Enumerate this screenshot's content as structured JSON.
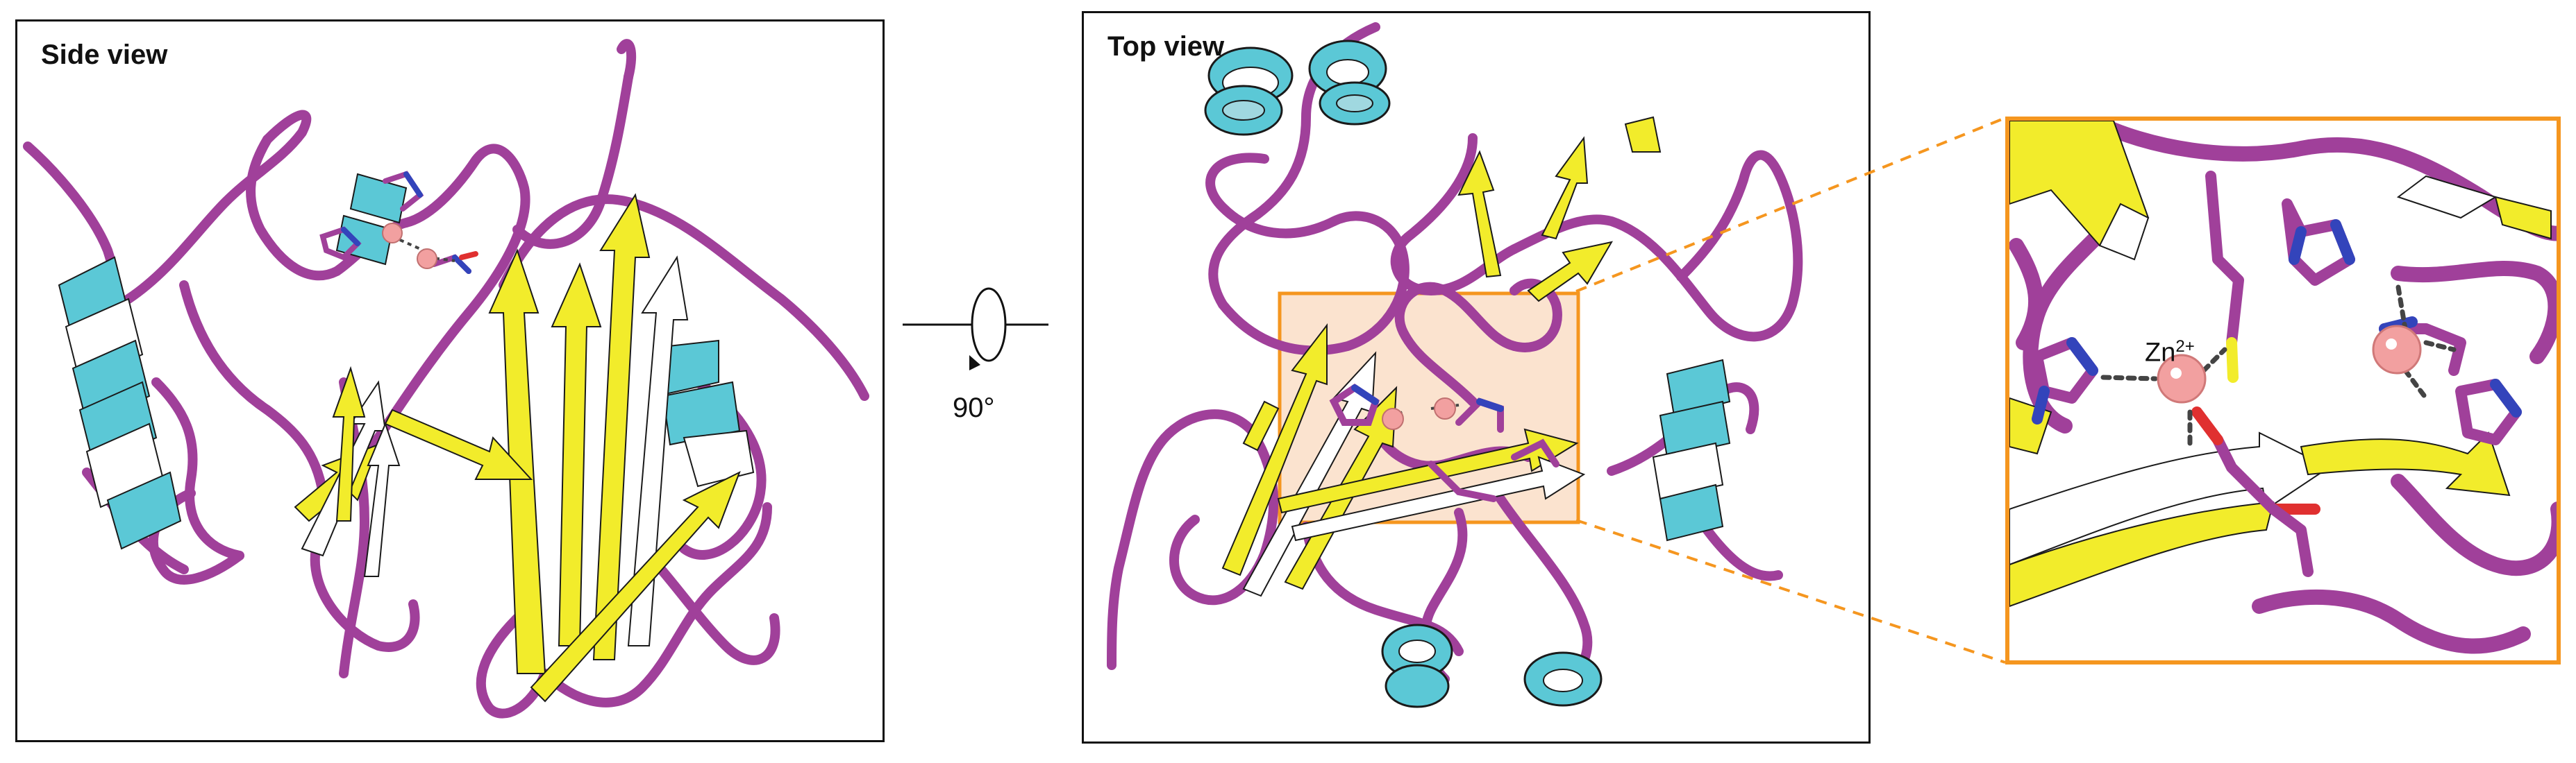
{
  "panels": {
    "side": {
      "title": "Side view"
    },
    "top": {
      "title": "Top view"
    },
    "zoom": {
      "ion_label": "Zn",
      "ion_charge": "2+"
    }
  },
  "rotation": {
    "angle_label": "90°"
  },
  "colors": {
    "helix": "#5bc8d6",
    "strand": "#f2ec2b",
    "loop": "#a0409a",
    "zinc": "#f2a0a0",
    "highlight": "#f5961f",
    "highlight_fill": "#fbe3cf",
    "nitrogen": "#3344bb",
    "oxygen": "#e03030"
  }
}
